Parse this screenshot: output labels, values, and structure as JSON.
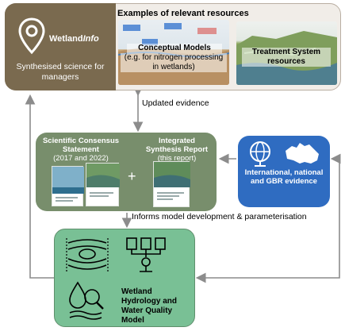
{
  "wetlandinfo": {
    "logo_prefix": "Wetland",
    "logo_suffix": "Info",
    "tagline": "Synthesised science for managers"
  },
  "resources": {
    "title": "Examples of relevant resources",
    "conceptual_models_title": "Conceptual Models",
    "conceptual_models_subtitle": "(e.g. for nitrogen processing in wetlands)",
    "treatment_system": "Treatment System resources"
  },
  "arrows": {
    "updated_evidence": "Updated evidence",
    "informs_model": "Informs model development & parameterisation"
  },
  "consensus": {
    "title": "Scientific Consensus Statement",
    "years": "(2017 and 2022)"
  },
  "synthesis": {
    "title": "Integrated Synthesis Report",
    "subtitle": "(this report)",
    "plus": "+"
  },
  "international": {
    "label": "International, national and GBR evidence"
  },
  "model": {
    "label": "Wetland Hydrology and Water Quality Model"
  },
  "colors": {
    "wetlandinfo_bg": "#7a6a4f",
    "resources_bg": "#f1ede8",
    "middle_panel": "#788e6c",
    "international_panel": "#2f6cc1",
    "model_panel": "#79c095",
    "connector": "#8c8c8c"
  },
  "icons": [
    "location-pin-icon",
    "globe-icon",
    "australia-map-icon",
    "flow-lines-icon",
    "document-gear-icon",
    "water-drop-magnifier-icon",
    "waves-icon"
  ]
}
